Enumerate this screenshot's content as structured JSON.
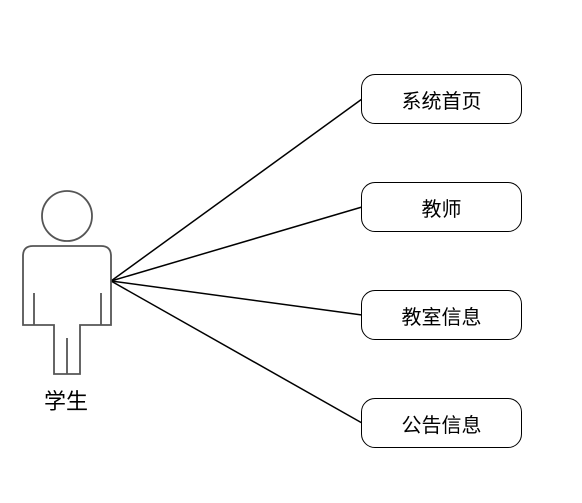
{
  "actor": {
    "label": "学生",
    "icon": "stick-figure-person-icon"
  },
  "use_cases": [
    {
      "label": "系统首页"
    },
    {
      "label": "教师"
    },
    {
      "label": "教室信息"
    },
    {
      "label": "公告信息"
    }
  ],
  "colors": {
    "actor_stroke": "#555555",
    "line": "#000000",
    "box_border": "#000000",
    "text": "#000000",
    "background": "#ffffff"
  }
}
